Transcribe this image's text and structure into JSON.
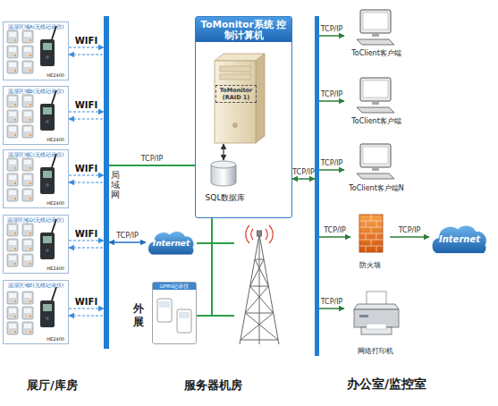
{
  "diagram": {
    "nodes": [
      {
        "text": [
          "温湿区域A(无线记录仪)",
          "HE2400"
        ]
      },
      {
        "text": [
          "温湿区域B(无线记录仪)",
          "HE2400"
        ]
      },
      {
        "text": [
          "温湿区域C(无线记录仪)",
          "HE2400"
        ]
      },
      {
        "text": [
          "温湿区域D(无线记录仪)",
          "HE2400"
        ]
      },
      {
        "text": [
          "温湿区域E(无线记录仪)",
          "HE2400"
        ]
      },
      {
        "text": [
          "局域网"
        ]
      },
      {
        "text": [
          "ToMonitor系统 控制计算机"
        ]
      },
      {
        "text": [
          "ToMonitor (RAID 1)"
        ],
        "in": 6
      },
      {
        "text": [
          "SQL数据库"
        ],
        "in": 6
      },
      {
        "text": []
      },
      {
        "text": [
          "Internet"
        ]
      },
      {
        "text": []
      },
      {
        "text": [
          "GPRS记录仪",
          "外 展"
        ]
      },
      {
        "text": [
          "ToClient客户端"
        ]
      },
      {
        "text": [
          "ToClient客户端"
        ]
      },
      {
        "text": [
          "ToClient客户端N"
        ]
      },
      {
        "text": [
          "防火墙"
        ]
      },
      {
        "text": [
          "Internet"
        ]
      },
      {
        "text": [
          "网络打印机"
        ]
      }
    ],
    "edges": [
      {
        "from": 0,
        "to": 5,
        "label": "WIFI",
        "arrow": "both"
      },
      {
        "from": 1,
        "to": 5,
        "label": "WIFI",
        "arrow": "both"
      },
      {
        "from": 2,
        "to": 5,
        "label": "WIFI",
        "arrow": "both"
      },
      {
        "from": 3,
        "to": 5,
        "label": "WIFI",
        "arrow": "both"
      },
      {
        "from": 4,
        "to": 5,
        "label": "WIFI",
        "arrow": "both"
      },
      {
        "from": 5,
        "to": 6,
        "label": "TCP/IP",
        "arrow": "none"
      },
      {
        "from": 7,
        "to": 8,
        "arrow": "both"
      },
      {
        "from": 6,
        "to": 9,
        "label": "TCP/IP",
        "arrow": "both"
      },
      {
        "from": 5,
        "to": 10,
        "label": "TCP/IP",
        "arrow": "both"
      },
      {
        "from": 10,
        "to": 11,
        "arrow": "none"
      },
      {
        "from": 6,
        "to": 11,
        "arrow": "none"
      },
      {
        "from": 12,
        "to": 11,
        "arrow": "none"
      },
      {
        "from": 9,
        "to": 13,
        "label": "TCP/IP",
        "arrow": "to"
      },
      {
        "from": 9,
        "to": 14,
        "label": "TCP/IP",
        "arrow": "to"
      },
      {
        "from": 9,
        "to": 15,
        "label": "TCP/IP",
        "arrow": "to"
      },
      {
        "from": 9,
        "to": 16,
        "label": "TCP/IP",
        "arrow": "to"
      },
      {
        "from": 16,
        "to": 17,
        "label": "TCP/IP",
        "arrow": "to"
      },
      {
        "from": 9,
        "to": 18,
        "label": "TCP/IP",
        "arrow": "to"
      }
    ],
    "labels": [
      "展厅/库房",
      "服务器机房",
      "办公室/监控室"
    ]
  }
}
